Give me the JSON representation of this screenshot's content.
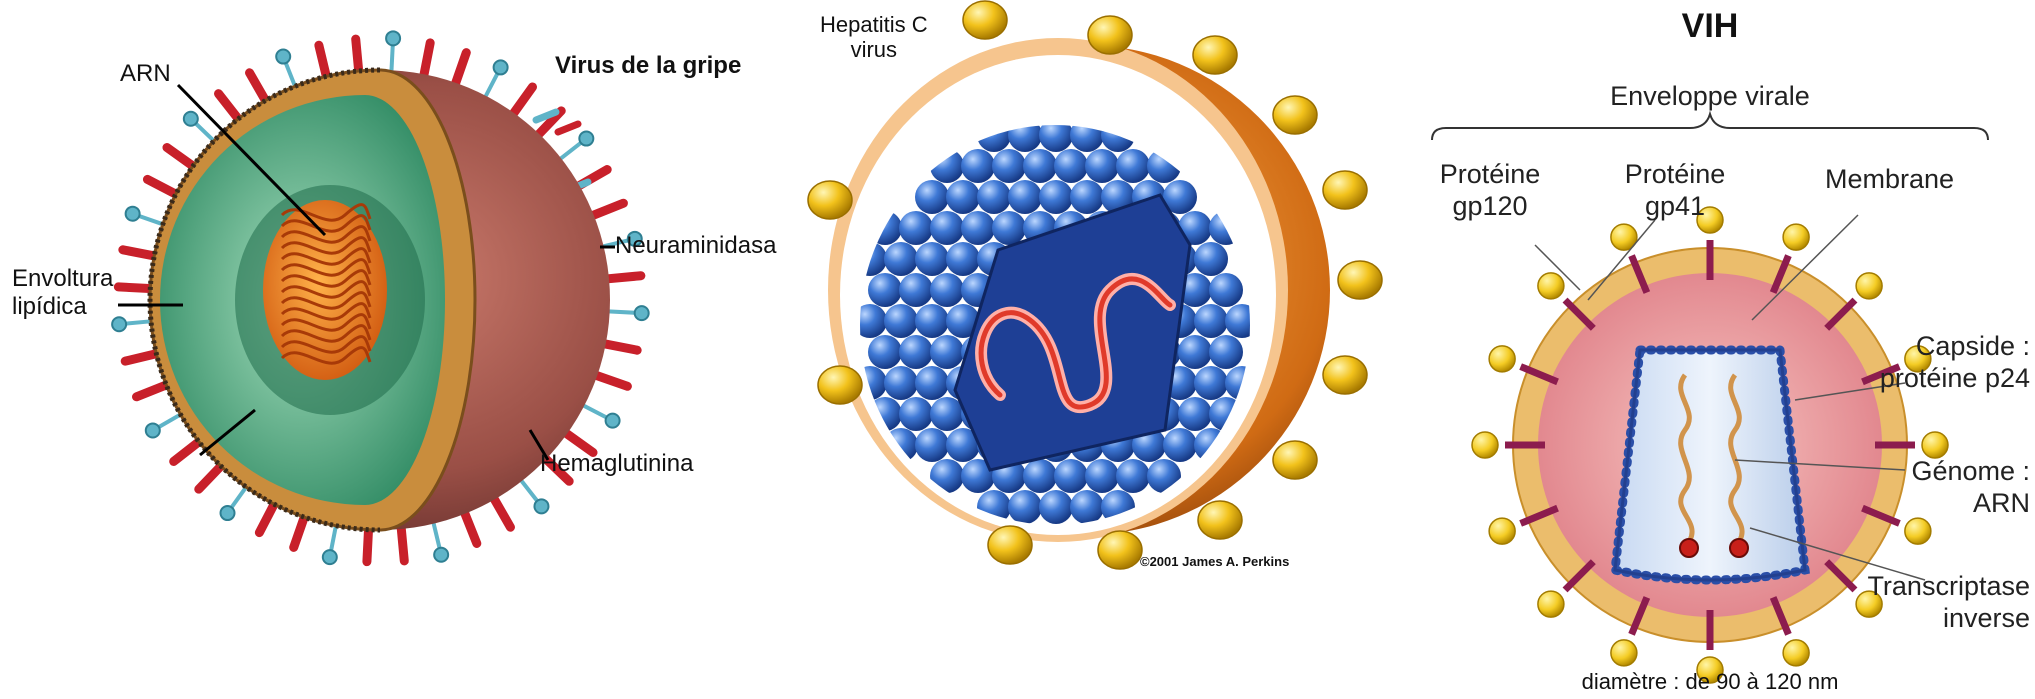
{
  "influenza": {
    "title": "Virus de la gripe",
    "labels": {
      "arn": "ARN",
      "envelope": "Envoltura\nlipídica",
      "neuraminidase": "Neuraminidasa",
      "hemagglutinin": "Hemaglutinina"
    }
  },
  "hepatitis_c": {
    "title": "Hepatitis C\nvirus",
    "credit": "©2001 James A. Perkins"
  },
  "hiv": {
    "title": "VIH",
    "envelope": "Enveloppe virale",
    "gp120": "Protéine\ngp120",
    "gp41": "Protéine\ngp41",
    "membrane": "Membrane",
    "capsid": "Capside :\nprotéine p24",
    "genome": "Génome :\nARN",
    "rt": "Transcriptase\ninverse",
    "diameter": "diamètre : de 90 à 120 nm"
  },
  "colors": {
    "spike_red": "#c8202a",
    "spike_teal": "#5fb4c8",
    "capsid_blue": "#2d5fbf",
    "gold": "#f2c21b",
    "hiv_membrane": "#e9b865"
  }
}
